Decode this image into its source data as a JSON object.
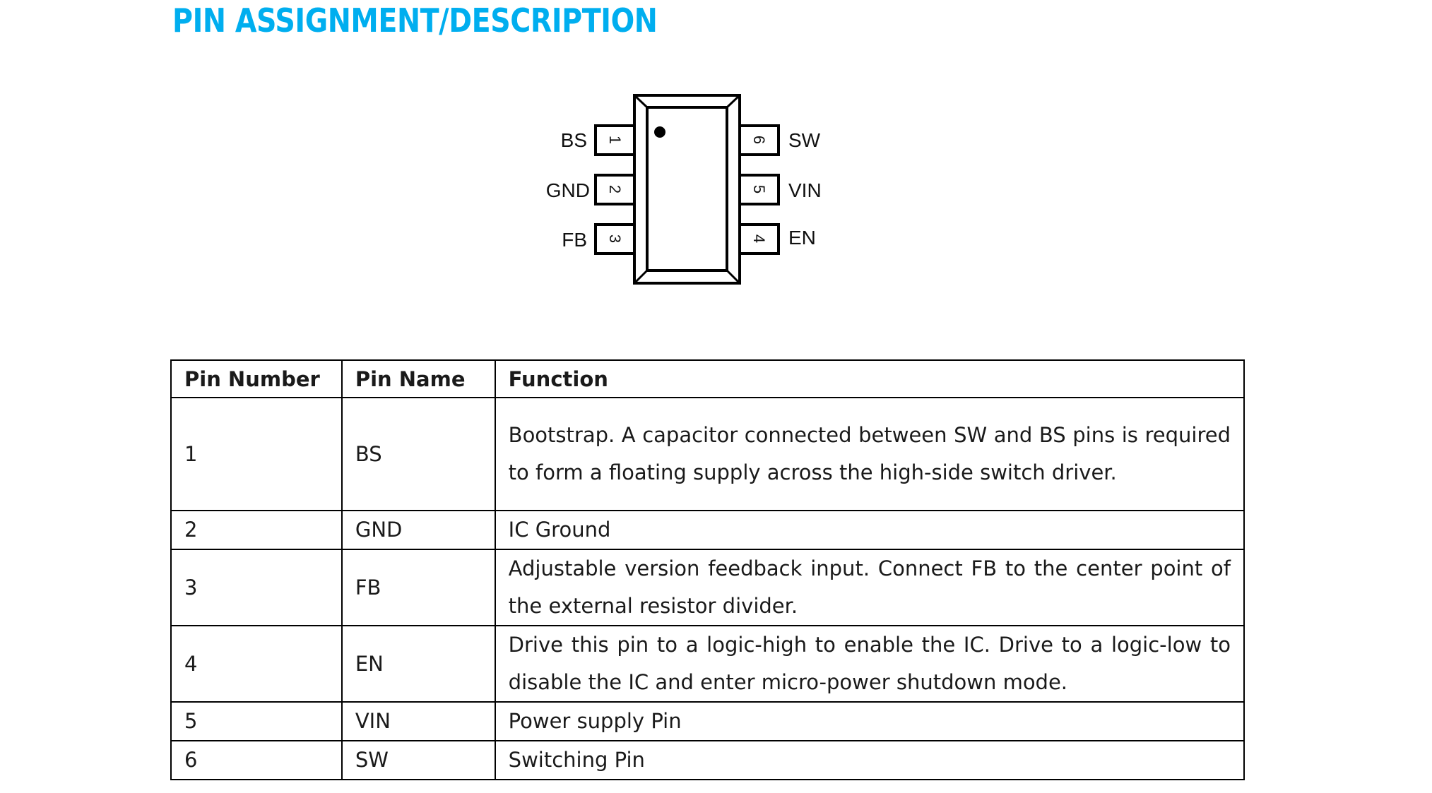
{
  "section_title": "PIN ASSIGNMENT/DESCRIPTION",
  "colors": {
    "title": "#00AEEF",
    "lines": "#000000"
  },
  "diagram": {
    "package": "6-pin IC package, top view",
    "pin1_marker": "filled-dot",
    "left_pins": [
      {
        "number": "1",
        "name": "BS"
      },
      {
        "number": "2",
        "name": "GND"
      },
      {
        "number": "3",
        "name": "FB"
      }
    ],
    "right_pins": [
      {
        "number": "6",
        "name": "SW"
      },
      {
        "number": "5",
        "name": "VIN"
      },
      {
        "number": "4",
        "name": "EN"
      }
    ]
  },
  "table": {
    "headers": [
      "Pin Number",
      "Pin Name",
      "Function"
    ],
    "rows": [
      {
        "number": "1",
        "name": "BS",
        "function": "Bootstrap. A capacitor connected between SW and BS pins is required to form a floating supply across the high-side switch driver."
      },
      {
        "number": "2",
        "name": "GND",
        "function": "IC Ground"
      },
      {
        "number": "3",
        "name": "FB",
        "function": "Adjustable version feedback input. Connect FB to the center point of the external resistor divider."
      },
      {
        "number": "4",
        "name": "EN",
        "function": "Drive this pin to a logic-high to enable the IC. Drive to a logic-low to disable the IC and enter micro-power shutdown mode."
      },
      {
        "number": "5",
        "name": "VIN",
        "function": "Power supply Pin"
      },
      {
        "number": "6",
        "name": "SW",
        "function": "Switching Pin"
      }
    ]
  }
}
